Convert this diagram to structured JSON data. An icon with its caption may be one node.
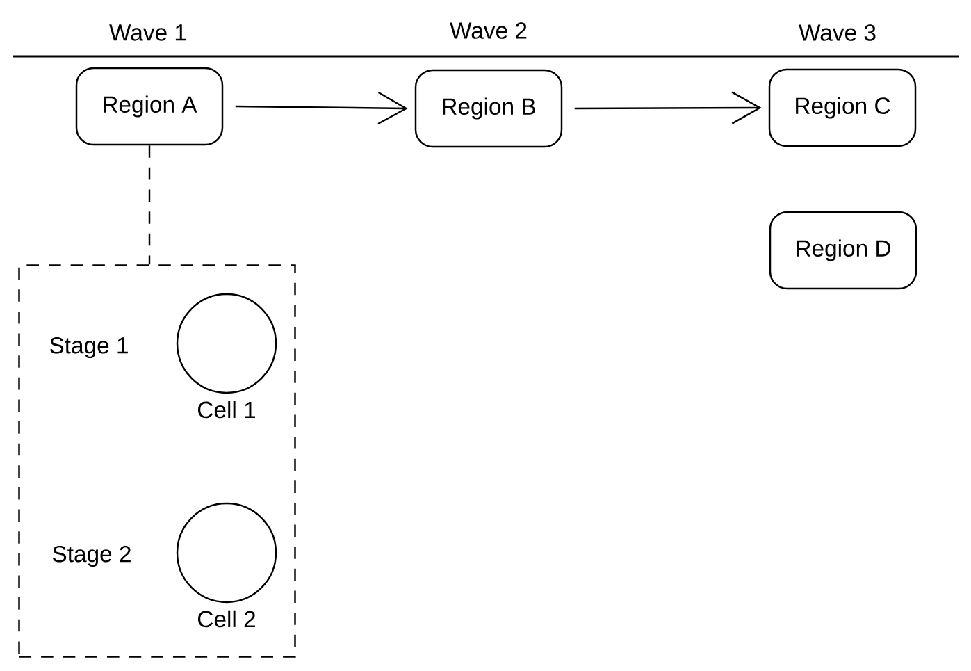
{
  "diagram": {
    "nodes": [
      {
        "text": [
          "Region A"
        ]
      },
      {
        "text": [
          "Region B"
        ]
      },
      {
        "text": [
          "Region C"
        ]
      },
      {
        "text": [
          "Region D"
        ]
      },
      {
        "text": [],
        "shape": "box"
      },
      {
        "text": [],
        "shape": "circle",
        "in": 4,
        "beside": [
          "Cell 1"
        ]
      },
      {
        "text": [],
        "shape": "circle",
        "in": 4,
        "beside": [
          "Cell 2"
        ]
      }
    ],
    "edges": [
      {
        "from": 0,
        "to": 1,
        "arrow": "to"
      },
      {
        "from": 1,
        "to": 2,
        "arrow": "to"
      },
      {
        "from": 0,
        "to": 4,
        "arrow": "none",
        "style": "dashed"
      }
    ],
    "labels": [
      "Wave 1",
      "Wave 2",
      "Wave 3",
      "Stage 1",
      "Stage 2"
    ]
  }
}
